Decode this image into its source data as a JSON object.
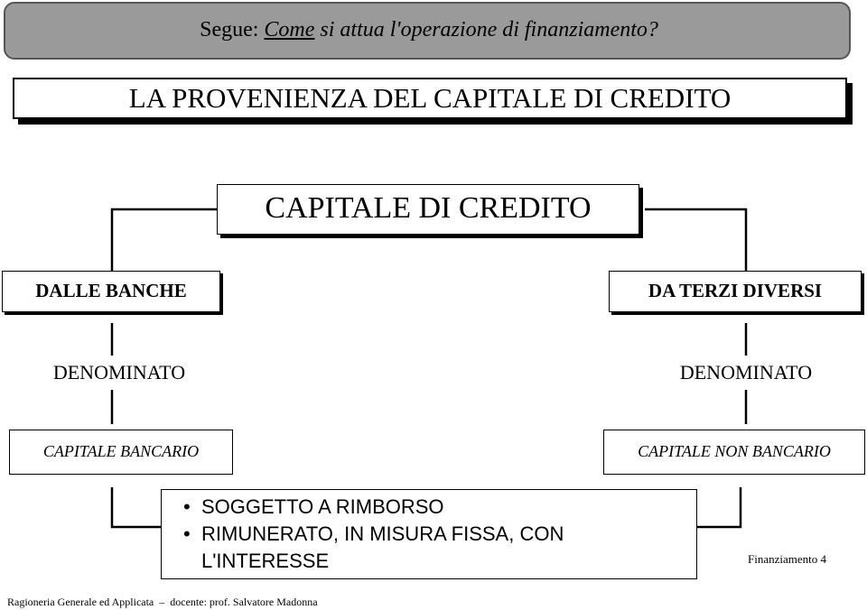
{
  "header": {
    "prefix": "Segue: ",
    "underlined": "Come",
    "rest": " si attua l'operazione di finanziamento?"
  },
  "title": "LA PROVENIENZA DEL CAPITALE DI CREDITO",
  "diagram": {
    "root": "CAPITALE DI CREDITO",
    "left_source": "DALLE BANCHE",
    "right_source": "DA TERZI DIVERSI",
    "left_connector": "DENOMINATO",
    "right_connector": "DENOMINATO",
    "left_result": "CAPITALE BANCARIO",
    "right_result": "CAPITALE NON BANCARIO",
    "bullet_symbol": "•",
    "bullets": [
      "SOGGETTO A RIMBORSO",
      "RIMUNERATO, IN MISURA FISSA, CON",
      "L'INTERESSE"
    ]
  },
  "slide_label": "Finanziamento 4",
  "footer": {
    "course": "Ragioneria Generale ed Applicata",
    "dash": "–",
    "teacher": "docente: prof. Salvatore Madonna"
  }
}
